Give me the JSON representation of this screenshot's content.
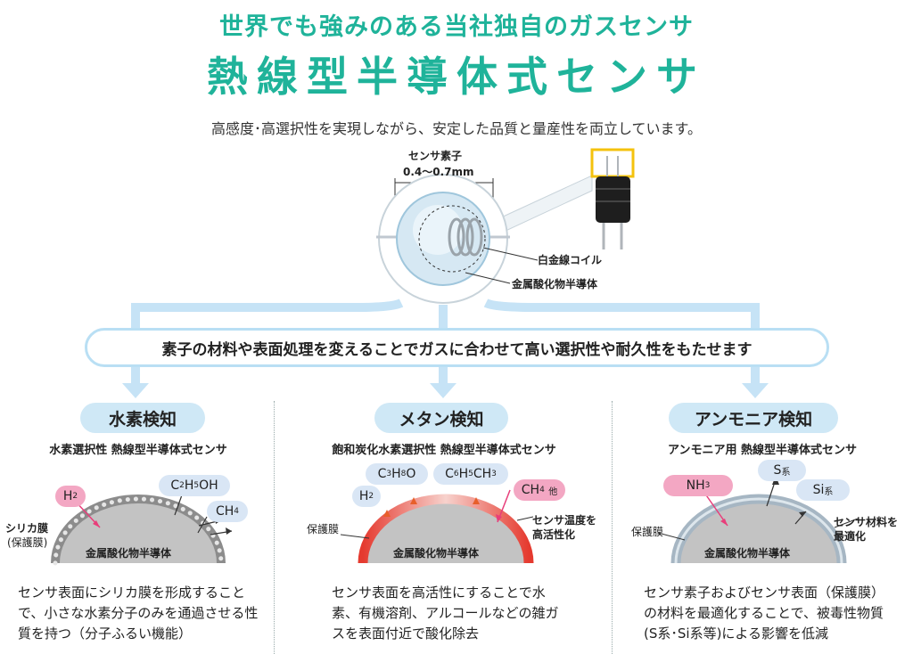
{
  "header": {
    "subtitle": "世界でも強みのある当社独自のガスセンサ",
    "title": "熱線型半導体式センサ",
    "lead": "高感度･高選択性を実現しながら、安定した品質と量産性を両立しています。"
  },
  "sensor_diagram": {
    "element_label": "センサ素子",
    "element_size": "0.4～0.7mm",
    "coil_label": "白金線コイル",
    "semiconductor_label": "金属酸化物半導体"
  },
  "banner": "素子の材料や表面処理を変えることでガスに合わせて高い選択性や耐久性をもたせます",
  "columns": [
    {
      "heading": "水素検知",
      "subheading": "水素選択性 熱線型半導体式センサ",
      "film_label": "シリカ膜",
      "film_label2": "(保護膜)",
      "body_label": "金属酸化物半導体",
      "gases": [
        "H2",
        "C2H5OH",
        "CH4"
      ],
      "description": "センサ表面にシリカ膜を形成することで、小さな水素分子のみを通過させる性質を持つ（分子ふるい機能）"
    },
    {
      "heading": "メタン検知",
      "subheading": "飽和炭化水素選択性 熱線型半導体式センサ",
      "film_label": "保護膜",
      "body_label": "金属酸化物半導体",
      "side_label": "センサ温度を",
      "side_label2": "高活性化",
      "gases": [
        "H2",
        "C3H8O",
        "C6H5CH3",
        "CH4 他"
      ],
      "description": "センサ表面を高活性にすることで水素、有機溶剤、アルコールなどの雑ガスを表面付近で酸化除去"
    },
    {
      "heading": "アンモニア検知",
      "subheading": "アンモニア用 熱線型半導体式センサ",
      "film_label": "保護膜",
      "body_label": "金属酸化物半導体",
      "side_label": "センサ材料を",
      "side_label2": "最適化",
      "gases": [
        "NH3",
        "S系",
        "Si系"
      ],
      "description": "センサ素子およびセンサ表面（保護膜）の材料を最適化することで、被毒性物質(S系･Si系等)による影響を低減"
    }
  ],
  "colors": {
    "accent": "#1fb39a",
    "light_blue": "#cfe8f6",
    "pink": "#f3a7c3",
    "red": "#e53a2f"
  }
}
